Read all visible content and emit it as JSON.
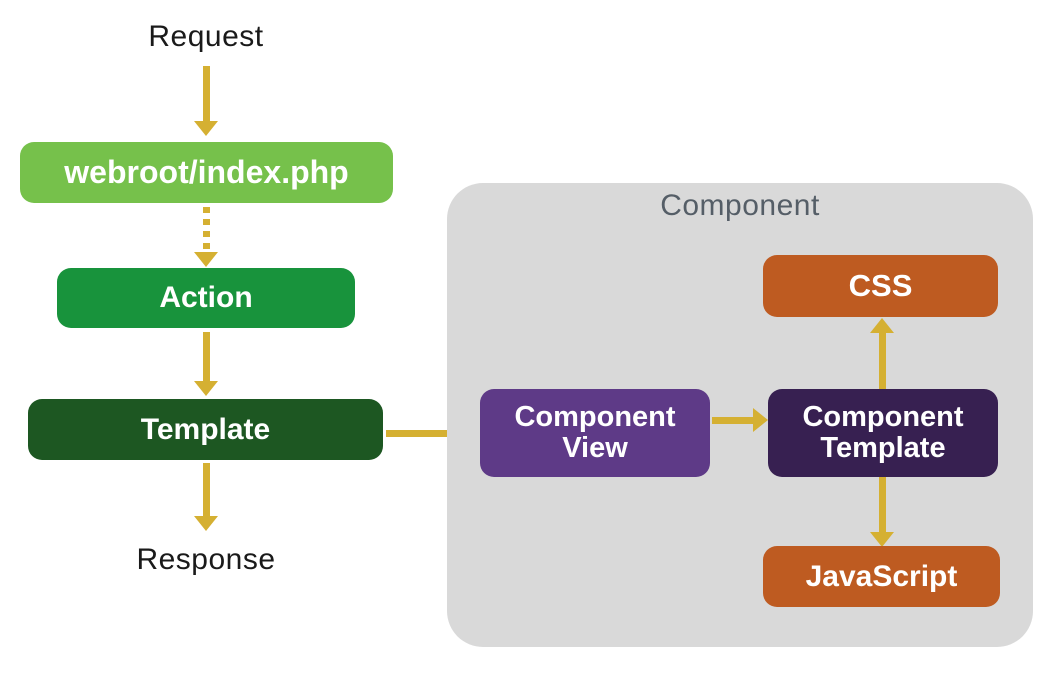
{
  "diagram": {
    "request_label": "Request",
    "response_label": "Response",
    "nodes": {
      "webroot": {
        "label": "webroot/index.php"
      },
      "action": {
        "label": "Action"
      },
      "template": {
        "label": "Template"
      }
    },
    "component": {
      "title": "Component",
      "nodes": {
        "css": {
          "label": "CSS"
        },
        "view": {
          "line1": "Component",
          "line2": "View"
        },
        "component_template": {
          "line1": "Component",
          "line2": "Template"
        },
        "javascript": {
          "label": "JavaScript"
        }
      }
    },
    "colors": {
      "gold": "#D5B032",
      "green-light": "#76C14B",
      "green-mid": "#18933C",
      "green-dark": "#1D5722",
      "purple-mid": "#5E3A87",
      "purple-dark": "#372051",
      "orange": "#BE5B21",
      "gray-bg": "#D9D9D9",
      "title-gray": "#555E67",
      "text-black": "#1A1A1A"
    }
  }
}
